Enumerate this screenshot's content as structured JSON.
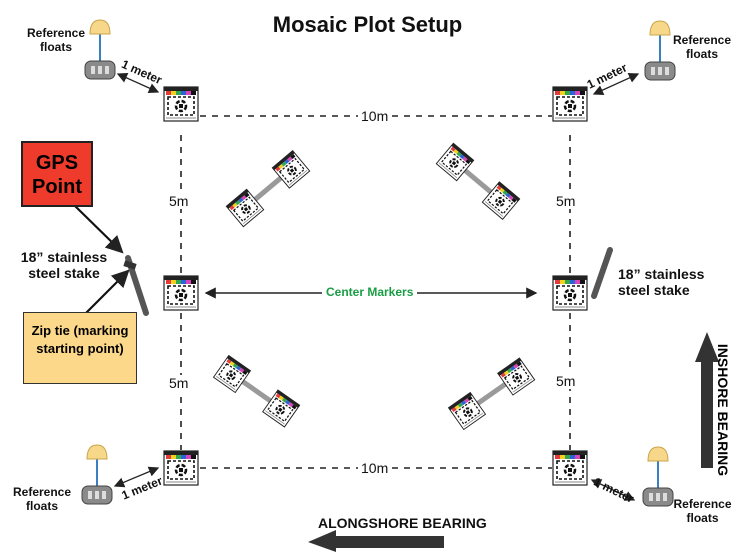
{
  "title": "Mosaic Plot Setup",
  "labels": {
    "reference_floats": "Reference floats",
    "one_meter": "1 meter",
    "ten_m": "10m",
    "five_m": "5m",
    "gps_point": "GPS Point",
    "stake": "18” stainless steel stake",
    "zip_tie": "Zip tie (marking starting point)",
    "center_markers": "Center Markers",
    "alongshore_bearing": "ALONGSHORE BEARING",
    "inshore_bearing": "INSHORE BEARING"
  },
  "colors": {
    "gps_box": "#ef3b2c",
    "zip_box": "#fcd98a",
    "center_markers_text": "#1a9e44",
    "float": "#f7d88a",
    "rope": "#3a7fc1",
    "stake": "#555555",
    "arrow": "#222222"
  }
}
